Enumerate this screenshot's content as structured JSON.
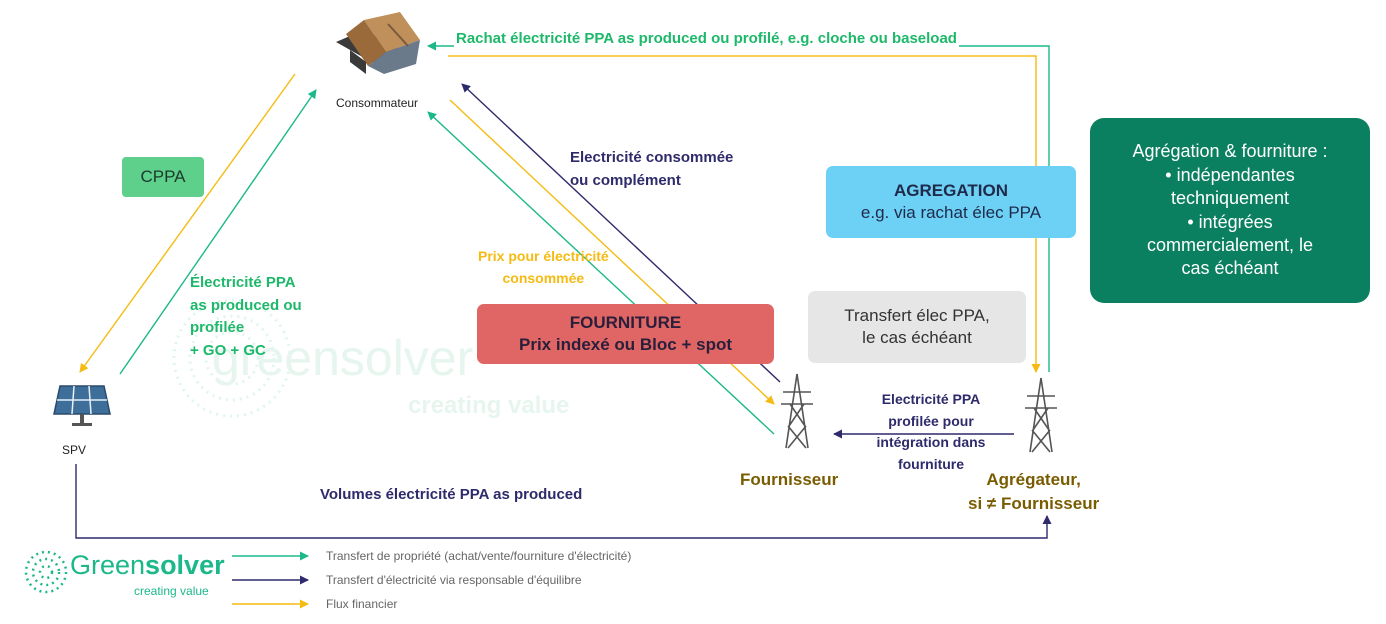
{
  "nodes": {
    "consumer": "Consommateur",
    "spv": "SPV",
    "supplier": "Fournisseur",
    "aggregator_line1": "Agrégateur,",
    "aggregator_line2": "si ≠ Fournisseur"
  },
  "flows": {
    "top": "Rachat électricité PPA as produced ou profilé, e.g. cloche ou baseload",
    "consumed_line1": "Electricité consommée",
    "consumed_line2": "ou complément",
    "price_line1": "Prix pour électricité",
    "price_line2": "consommée",
    "ppa_elec_line1": "Électricité PPA",
    "ppa_elec_line2": "as produced ou",
    "ppa_elec_line3": "profilée",
    "ppa_elec_line4": "+ GO + GC",
    "profiled_line1": "Electricité PPA",
    "profiled_line2": "profilée pour",
    "profiled_line3": "intégration dans",
    "profiled_line4": "fourniture",
    "volumes": "Volumes électricité PPA as produced"
  },
  "boxes": {
    "cppa": "CPPA",
    "agregation_title": "AGREGATION",
    "agregation_sub": "e.g. via rachat élec PPA",
    "fourniture_title": "FOURNITURE",
    "fourniture_sub": "Prix indexé ou Bloc + spot",
    "transfert_line1": "Transfert élec PPA,",
    "transfert_line2": "le cas échéant",
    "info_line1": "Agrégation & fourniture :",
    "info_line2": "• indépendantes",
    "info_line3": "techniquement",
    "info_line4": "• intégrées",
    "info_line5": "commercialement, le",
    "info_line6": "cas échéant"
  },
  "legend": [
    {
      "label": "Transfert de propriété (achat/vente/fourniture d'électricité)",
      "color": "#1db88a"
    },
    {
      "label": "Transfert d'électricité via responsable d'équilibre",
      "color": "#2e2a6b"
    },
    {
      "label": "Flux financier",
      "color": "#f5bb12"
    }
  ],
  "logo": {
    "green": "Green",
    "solver": "solver",
    "tagline": "creating value"
  },
  "watermark": {
    "word": "greensolver",
    "tagline": "creating value"
  },
  "colors": {
    "green": "#1db88a",
    "navy": "#2e2a6b",
    "yellow": "#f5bb12",
    "cppa_box": "#5ed08c",
    "agregation_box": "#6dd0f5",
    "fourniture_box": "#e06666",
    "transfert_box": "#e6e6e6",
    "info_box": "#0b8060"
  }
}
